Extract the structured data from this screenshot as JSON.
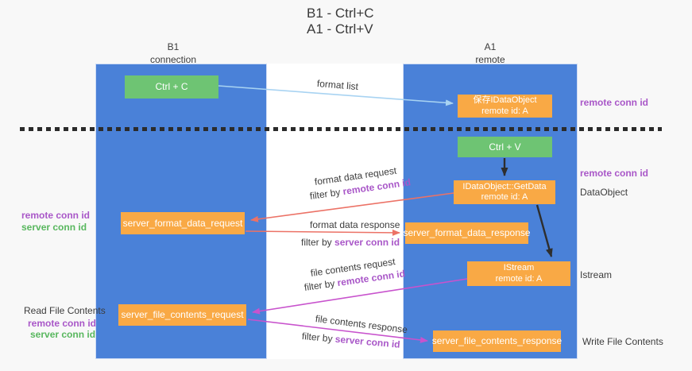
{
  "title": {
    "line1": "B1 - Ctrl+C",
    "line2": "A1 - Ctrl+V"
  },
  "lanes": {
    "left": {
      "name": "B1",
      "sub": "connection"
    },
    "right": {
      "name": "A1",
      "sub": "remote"
    }
  },
  "nodes": {
    "ctrl_c": {
      "label": "Ctrl + C"
    },
    "ctrl_v": {
      "label": "Ctrl + V"
    },
    "save_idataobject": {
      "line1": "保存IDataObject",
      "line2": "remote id: A"
    },
    "getdata": {
      "line1": "IDataObject::GetData",
      "line2": "remote id: A"
    },
    "istream": {
      "line1": "IStream",
      "line2": "remote id: A"
    },
    "format_request": {
      "label": "server_format_data_request"
    },
    "format_response": {
      "label": "server_format_data_response"
    },
    "file_request": {
      "label": "server_file_contents_request"
    },
    "file_response": {
      "label": "server_file_contents_response"
    }
  },
  "edge_labels": {
    "format_list": "format list",
    "format_data_request": "format data request",
    "format_data_response": "format data response",
    "file_contents_request": "file contents request",
    "file_contents_response": "file contents response",
    "filter_by": "filter by ",
    "remote_conn_id": "remote conn id",
    "server_conn_id": "server conn id"
  },
  "side_labels": {
    "remote_conn_id": "remote conn id",
    "server_conn_id": "server conn id",
    "read_file_contents": "Read File Contents",
    "write_file_contents": "Write File Contents",
    "dataobject": "DataObject",
    "istream": "Istream"
  },
  "colors": {
    "lane_blue": "#4a81d8",
    "node_green": "#6ec473",
    "node_orange": "#f9a945",
    "arrow_light_blue": "#a8d3f2",
    "arrow_red": "#ec7266",
    "arrow_magenta": "#c853cd",
    "arrow_black": "#2e2e2e",
    "text_purple": "#a957c8",
    "text_green": "#58b75e",
    "background": "#f8f8f8"
  }
}
